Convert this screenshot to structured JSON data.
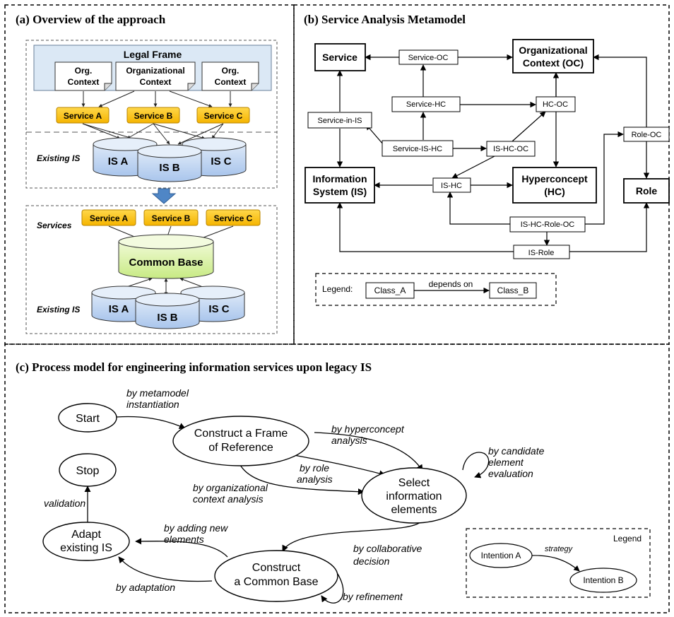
{
  "panel_a": {
    "title": "(a) Overview of the approach",
    "legal_frame": "Legal Frame",
    "contexts": [
      [
        "Org.",
        "Context"
      ],
      [
        "Organizational",
        "Context"
      ],
      [
        "Org.",
        "Context"
      ]
    ],
    "services": [
      "Service A",
      "Service B",
      "Service C"
    ],
    "existing_is_label": "Existing IS",
    "is_systems": [
      "IS A",
      "IS B",
      "IS C"
    ],
    "services_label": "Services",
    "common_base": "Common Base"
  },
  "panel_b": {
    "title": "(b) Service Analysis Metamodel",
    "classes": {
      "service": "Service",
      "oc": [
        "Organizational",
        "Context (OC)"
      ],
      "is": [
        "Information",
        "System (IS)"
      ],
      "hc": [
        "Hyperconcept",
        "(HC)"
      ],
      "role": "Role"
    },
    "associations": {
      "service_oc": "Service-OC",
      "service_hc": "Service-HC",
      "hc_oc": "HC-OC",
      "service_in_is": "Service-in-IS",
      "service_is_hc": "Service-IS-HC",
      "is_hc_oc": "IS-HC-OC",
      "role_oc": "Role-OC",
      "is_hc": "IS-HC",
      "is_hc_role_oc": "IS-HC-Role-OC",
      "is_role": "IS-Role"
    },
    "legend": {
      "label": "Legend:",
      "class_a": "Class_A",
      "depends_on": "depends on",
      "class_b": "Class_B"
    }
  },
  "panel_c": {
    "title": "(c) Process model for engineering information services upon legacy IS",
    "intentions": {
      "start": "Start",
      "frame": [
        "Construct a Frame",
        "of Reference"
      ],
      "select": [
        "Select",
        "information",
        "elements"
      ],
      "common": [
        "Construct",
        "a Common Base"
      ],
      "adapt": [
        "Adapt",
        "existing IS"
      ],
      "stop": "Stop"
    },
    "strategies": {
      "metamodel": [
        "by metamodel",
        "instantiation"
      ],
      "hyperconcept": [
        "by hyperconcept",
        "analysis"
      ],
      "candidate": [
        "by candidate",
        "element",
        "evaluation"
      ],
      "role": [
        "by role",
        "analysis"
      ],
      "org_context": [
        "by organizational",
        "context analysis"
      ],
      "collaborative": [
        "by collaborative",
        "decision"
      ],
      "adding": [
        "by adding new",
        "elements"
      ],
      "adaptation": "by adaptation",
      "refinement": "by refinement",
      "validation": "validation"
    },
    "legend": {
      "title": "Legend",
      "intention_a": "Intention A",
      "strategy": "strategy",
      "intention_b": "Intention B"
    }
  },
  "colors": {
    "legal_frame_fill": "#dbe8f5",
    "service_fill": "#fcc410",
    "service_stroke": "#b98400",
    "is_fill_top": "#dde9f8",
    "is_fill_bottom": "#a9c5ec",
    "common_base_fill_top": "#f0fad6",
    "common_base_fill_bottom": "#c8ea84",
    "down_arrow": "#4f86c6"
  }
}
